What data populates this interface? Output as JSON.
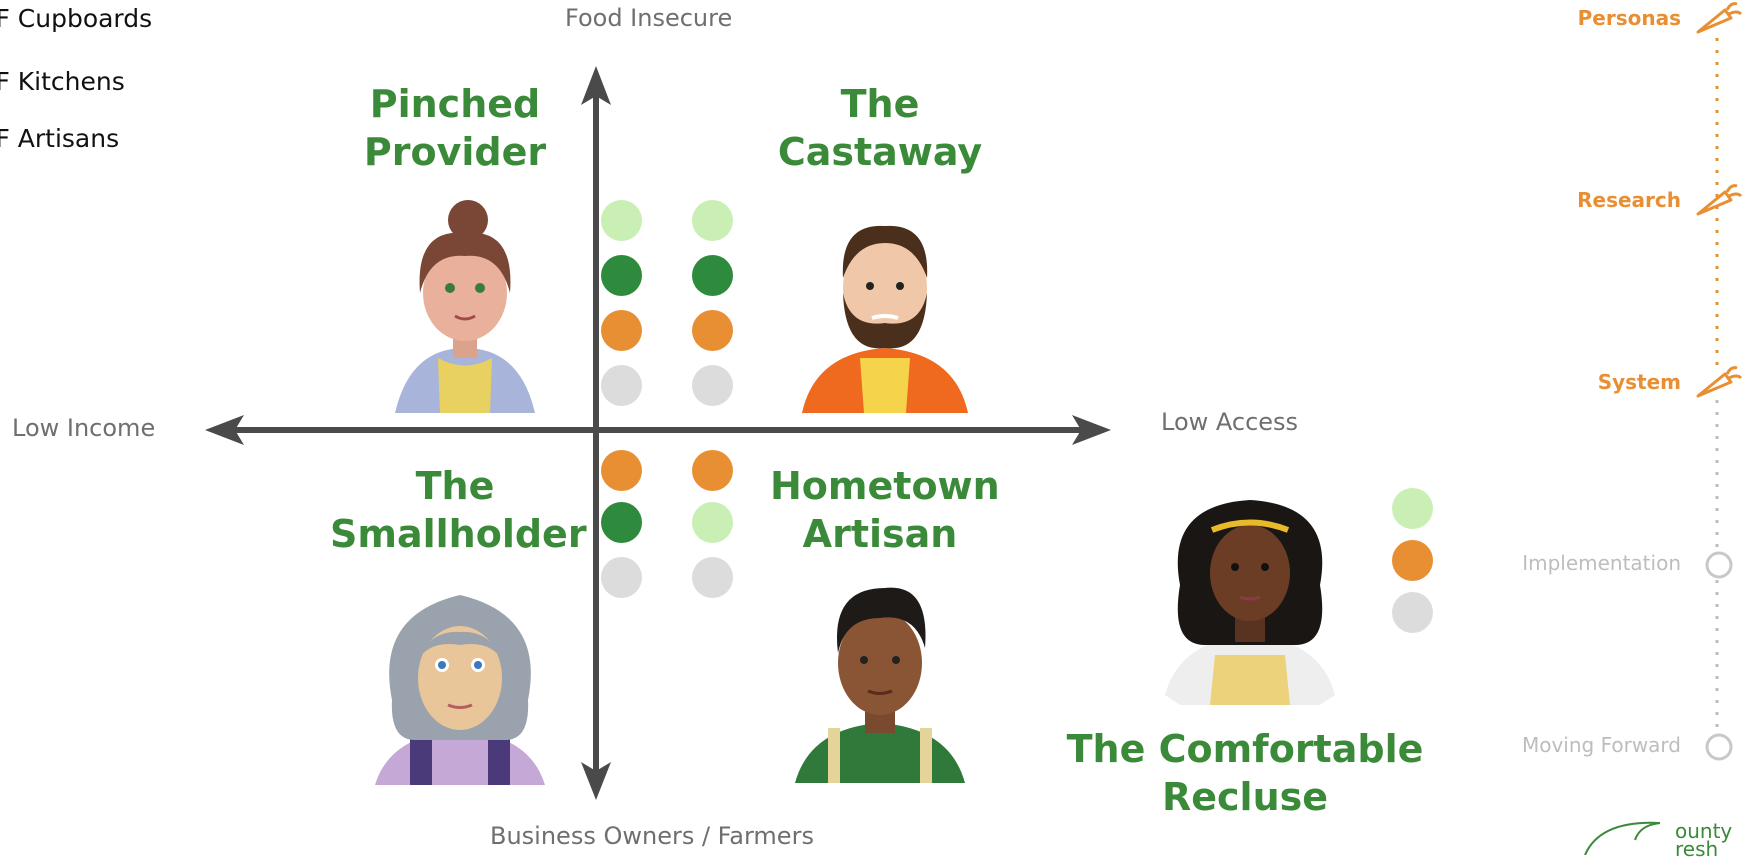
{
  "legend": {
    "items": [
      "CF Cupboards",
      "CF Kitchens",
      "CF Artisans"
    ]
  },
  "axes": {
    "top": "Food Insecure",
    "left": "Low Income",
    "right": "Low Access",
    "bottom": "Business Owners / Farmers"
  },
  "personas": {
    "pinched_provider": {
      "line1": "Pinched",
      "line2": "Provider",
      "dots": [
        "light-green",
        "dark-green",
        "orange",
        "gray"
      ]
    },
    "castaway": {
      "line1": "The",
      "line2": "Castaway",
      "dots": [
        "light-green",
        "dark-green",
        "orange",
        "gray"
      ]
    },
    "smallholder": {
      "line1": "The",
      "line2": "Smallholder",
      "dots": [
        "orange",
        "dark-green",
        "gray"
      ]
    },
    "hometown_artisan": {
      "line1": "Hometown",
      "line2": "Artisan",
      "dots": [
        "orange",
        "light-green",
        "gray"
      ]
    },
    "comfortable_recluse": {
      "line1": "The Comfortable",
      "line2": "Recluse",
      "dots": [
        "light-green",
        "orange",
        "gray"
      ]
    }
  },
  "timeline": {
    "steps": [
      {
        "label": "Personas",
        "state": "active",
        "icon": "carrot-icon"
      },
      {
        "label": "Research",
        "state": "active",
        "icon": "carrot-icon"
      },
      {
        "label": "System",
        "state": "active",
        "icon": "carrot-icon"
      },
      {
        "label": "Implementation",
        "state": "inactive",
        "icon": "empty-circle-icon"
      },
      {
        "label": "Moving Forward",
        "state": "inactive",
        "icon": "empty-circle-icon"
      }
    ]
  },
  "logo": {
    "text1": "ounty",
    "text2": "resh"
  },
  "colors": {
    "green_title": "#3a8a3a",
    "light_green": "#c9efb4",
    "dark_green": "#2e8a3c",
    "orange": "#e88f33",
    "gray": "#dcdcdc",
    "axis": "#4a4a4a",
    "accent_orange": "#e88f33"
  }
}
